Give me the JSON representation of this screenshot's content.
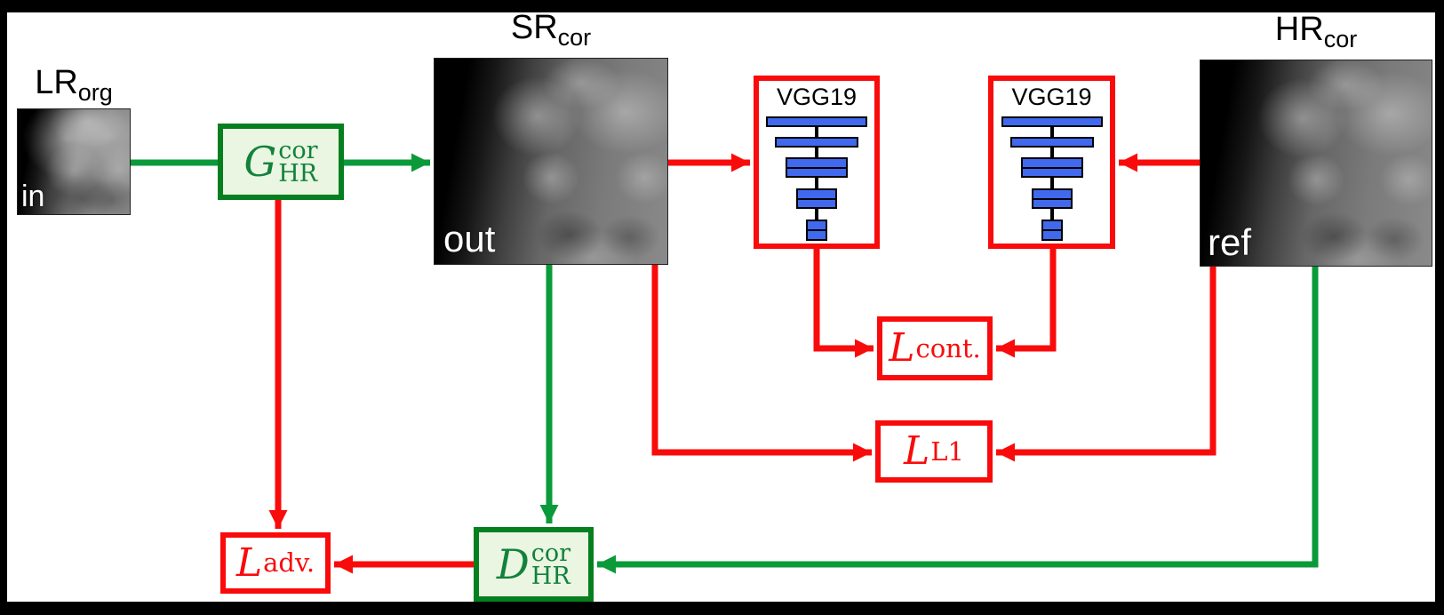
{
  "diagram": {
    "description": "GAN super-resolution training diagram (coronal X-ray)",
    "colors": {
      "wire_green": "#0a9a3a",
      "wire_red": "#f90b0b",
      "box_green_border": "#067f1f",
      "box_green_fill": "#eaf5e2",
      "box_green_text": "#12823a",
      "loss_red": "#f90b0b",
      "vgg_bar_blue": "#4169ee",
      "frame_black": "#000000",
      "paper_white": "#ffffff"
    }
  },
  "nodes": {
    "lr_image": {
      "title": "LR",
      "title_sub": "org",
      "tag": "in"
    },
    "sr_image": {
      "title": "SR",
      "title_sub": "cor",
      "tag": "out"
    },
    "hr_image": {
      "title": "HR",
      "title_sub": "cor",
      "tag": "ref"
    },
    "generator": {
      "letter": "G",
      "sup": "cor",
      "sub": "HR"
    },
    "discriminator": {
      "letter": "D",
      "sup": "cor",
      "sub": "HR"
    },
    "vgg_left": {
      "label": "VGG19"
    },
    "vgg_right": {
      "label": "VGG19"
    },
    "loss_content": {
      "letter": "L",
      "sub": "cont."
    },
    "loss_l1": {
      "letter": "L",
      "sub": "L1"
    },
    "loss_adversarial": {
      "letter": "L",
      "sub": "adv."
    }
  }
}
